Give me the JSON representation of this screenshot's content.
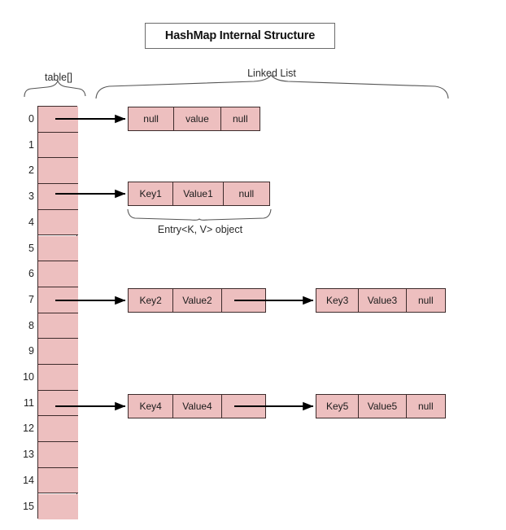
{
  "title": {
    "text": "HashMap Internal Structure"
  },
  "labels": {
    "table_array": "table[]",
    "linked_list": "Linked List",
    "entry_object": "Entry<K, V> object"
  },
  "colors": {
    "cell_fill": "#EDBFBF",
    "cell_border": "#3D2B2B",
    "background": "#FFFFFF",
    "text": "#1B1B1B",
    "arrow": "#000000",
    "brace": "#555555",
    "title_border": "#6B6B6B"
  },
  "table": {
    "label": "table[]",
    "bucket_count": 16,
    "indices": [
      "0",
      "1",
      "2",
      "3",
      "4",
      "5",
      "6",
      "7",
      "8",
      "9",
      "10",
      "11",
      "12",
      "13",
      "14",
      "15"
    ],
    "occupied_indices": [
      0,
      3,
      7,
      11
    ]
  },
  "chains": [
    {
      "bucket": "0",
      "nodes": [
        {
          "key": "null",
          "value": "value",
          "next": "null"
        }
      ]
    },
    {
      "bucket": "3",
      "nodes": [
        {
          "key": "Key1",
          "value": "Value1",
          "next": "null"
        }
      ]
    },
    {
      "bucket": "7",
      "nodes": [
        {
          "key": "Key2",
          "value": "Value2",
          "next": ""
        },
        {
          "key": "Key3",
          "value": "Value3",
          "next": "null"
        }
      ]
    },
    {
      "bucket": "11",
      "nodes": [
        {
          "key": "Key4",
          "value": "Value4",
          "next": ""
        },
        {
          "key": "Key5",
          "value": "Value5",
          "next": "null"
        }
      ]
    }
  ]
}
